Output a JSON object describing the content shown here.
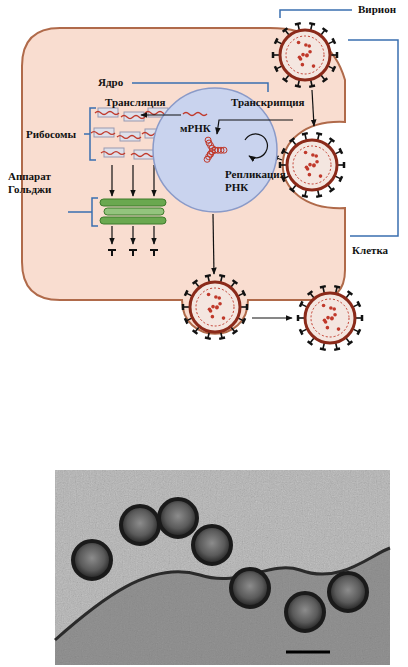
{
  "diagram": {
    "nodes": [
      {
        "text": [
          "Трансляция",
          "Транскрипция",
          "мРНК",
          "Репликация РНК"
        ]
      }
    ],
    "labels": [
      "Вирион",
      "Ядро",
      "Рибосомы",
      "Аппарат Гольджи",
      "Клетка"
    ]
  }
}
